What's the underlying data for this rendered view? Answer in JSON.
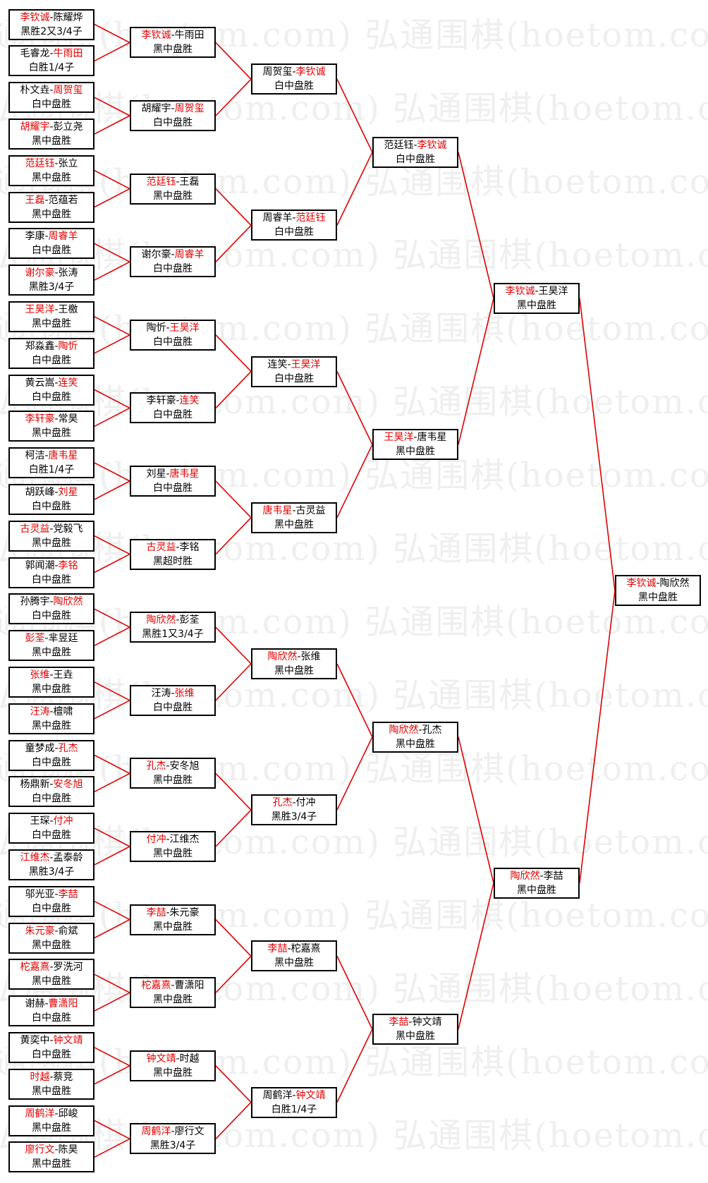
{
  "watermark": "弘通围棋(hoetom.com)",
  "colors": {
    "winner": "#e00000",
    "line": "#e00000",
    "border": "#000000"
  },
  "rounds": [
    [
      {
        "p1": "李钦诚",
        "p2": "陈耀烨",
        "w": 1,
        "result": "黑胜2又3/4子"
      },
      {
        "p1": "毛睿龙",
        "p2": "牛雨田",
        "w": 2,
        "result": "白胜1/4子"
      },
      {
        "p1": "朴文垚",
        "p2": "周贺玺",
        "w": 2,
        "result": "白中盘胜"
      },
      {
        "p1": "胡耀宇",
        "p2": "彭立尧",
        "w": 1,
        "result": "黑中盘胜"
      },
      {
        "p1": "范廷钰",
        "p2": "张立",
        "w": 1,
        "result": "黑中盘胜"
      },
      {
        "p1": "王磊",
        "p2": "范蕴若",
        "w": 1,
        "result": "黑中盘胜"
      },
      {
        "p1": "李康",
        "p2": "周睿羊",
        "w": 2,
        "result": "白中盘胜"
      },
      {
        "p1": "谢尔豪",
        "p2": "张涛",
        "w": 1,
        "result": "黑胜3/4子"
      },
      {
        "p1": "王昊洋",
        "p2": "王檄",
        "w": 1,
        "result": "黑中盘胜"
      },
      {
        "p1": "郑淼鑫",
        "p2": "陶忻",
        "w": 2,
        "result": "白中盘胜"
      },
      {
        "p1": "黄云嵩",
        "p2": "连笑",
        "w": 2,
        "result": "白中盘胜"
      },
      {
        "p1": "李轩豪",
        "p2": "常昊",
        "w": 1,
        "result": "黑中盘胜"
      },
      {
        "p1": "柯洁",
        "p2": "唐韦星",
        "w": 2,
        "result": "白胜1/4子"
      },
      {
        "p1": "胡跃峰",
        "p2": "刘星",
        "w": 2,
        "result": "白中盘胜"
      },
      {
        "p1": "古灵益",
        "p2": "党毅飞",
        "w": 1,
        "result": "黑中盘胜"
      },
      {
        "p1": "郭闻潮",
        "p2": "李铭",
        "w": 2,
        "result": "白中盘胜"
      },
      {
        "p1": "孙腾宇",
        "p2": "陶欣然",
        "w": 2,
        "result": "白中盘胜"
      },
      {
        "p1": "彭荃",
        "p2": "芈昱廷",
        "w": 1,
        "result": "黑中盘胜"
      },
      {
        "p1": "张维",
        "p2": "王垚",
        "w": 1,
        "result": "黑中盘胜"
      },
      {
        "p1": "汪涛",
        "p2": "檀啸",
        "w": 1,
        "result": "黑中盘胜"
      },
      {
        "p1": "童梦成",
        "p2": "孔杰",
        "w": 2,
        "result": "白中盘胜"
      },
      {
        "p1": "杨鼎新",
        "p2": "安冬旭",
        "w": 2,
        "result": "白中盘胜"
      },
      {
        "p1": "王琛",
        "p2": "付冲",
        "w": 2,
        "result": "白中盘胜"
      },
      {
        "p1": "江维杰",
        "p2": "孟泰龄",
        "w": 1,
        "result": "黑胜3/4子"
      },
      {
        "p1": "邬光亚",
        "p2": "李喆",
        "w": 2,
        "result": "白中盘胜"
      },
      {
        "p1": "朱元豪",
        "p2": "俞斌",
        "w": 1,
        "result": "黑中盘胜"
      },
      {
        "p1": "柁嘉熹",
        "p2": "罗洗河",
        "w": 1,
        "result": "黑中盘胜"
      },
      {
        "p1": "谢赫",
        "p2": "曹潇阳",
        "w": 2,
        "result": "白中盘胜"
      },
      {
        "p1": "黄奕中",
        "p2": "钟文靖",
        "w": 2,
        "result": "白中盘胜"
      },
      {
        "p1": "时越",
        "p2": "蔡竞",
        "w": 1,
        "result": "黑中盘胜"
      },
      {
        "p1": "周鹤洋",
        "p2": "邱峻",
        "w": 1,
        "result": "黑中盘胜"
      },
      {
        "p1": "廖行文",
        "p2": "陈昊",
        "w": 1,
        "result": "黑中盘胜"
      }
    ],
    [
      {
        "p1": "李钦诚",
        "p2": "牛雨田",
        "w": 1,
        "result": "黑中盘胜"
      },
      {
        "p1": "胡耀宇",
        "p2": "周贺玺",
        "w": 2,
        "result": "白中盘胜"
      },
      {
        "p1": "范廷钰",
        "p2": "王磊",
        "w": 1,
        "result": "黑中盘胜"
      },
      {
        "p1": "谢尔豪",
        "p2": "周睿羊",
        "w": 2,
        "result": "白中盘胜"
      },
      {
        "p1": "陶忻",
        "p2": "王昊洋",
        "w": 2,
        "result": "白中盘胜"
      },
      {
        "p1": "李轩豪",
        "p2": "连笑",
        "w": 2,
        "result": "白中盘胜"
      },
      {
        "p1": "刘星",
        "p2": "唐韦星",
        "w": 2,
        "result": "白中盘胜"
      },
      {
        "p1": "古灵益",
        "p2": "李铭",
        "w": 1,
        "result": "黑超时胜"
      },
      {
        "p1": "陶欣然",
        "p2": "彭荃",
        "w": 1,
        "result": "黑胜1又3/4子"
      },
      {
        "p1": "汪涛",
        "p2": "张维",
        "w": 2,
        "result": "白中盘胜"
      },
      {
        "p1": "孔杰",
        "p2": "安冬旭",
        "w": 1,
        "result": "黑中盘胜"
      },
      {
        "p1": "付冲",
        "p2": "江维杰",
        "w": 1,
        "result": "黑中盘胜"
      },
      {
        "p1": "李喆",
        "p2": "朱元豪",
        "w": 1,
        "result": "黑中盘胜"
      },
      {
        "p1": "柁嘉熹",
        "p2": "曹潇阳",
        "w": 1,
        "result": "黑中盘胜"
      },
      {
        "p1": "钟文靖",
        "p2": "时越",
        "w": 1,
        "result": "黑中盘胜"
      },
      {
        "p1": "周鹤洋",
        "p2": "廖行文",
        "w": 1,
        "result": "黑胜3/4子"
      }
    ],
    [
      {
        "p1": "周贺玺",
        "p2": "李钦诚",
        "w": 2,
        "result": "白中盘胜"
      },
      {
        "p1": "周睿羊",
        "p2": "范廷钰",
        "w": 2,
        "result": "白中盘胜"
      },
      {
        "p1": "连笑",
        "p2": "王昊洋",
        "w": 2,
        "result": "白中盘胜"
      },
      {
        "p1": "唐韦星",
        "p2": "古灵益",
        "w": 1,
        "result": "黑中盘胜"
      },
      {
        "p1": "陶欣然",
        "p2": "张维",
        "w": 1,
        "result": "黑中盘胜"
      },
      {
        "p1": "孔杰",
        "p2": "付冲",
        "w": 1,
        "result": "黑胜3/4子"
      },
      {
        "p1": "李喆",
        "p2": "柁嘉熹",
        "w": 1,
        "result": "黑中盘胜"
      },
      {
        "p1": "周鹤洋",
        "p2": "钟文靖",
        "w": 2,
        "result": "白胜1/4子"
      }
    ],
    [
      {
        "p1": "范廷钰",
        "p2": "李钦诚",
        "w": 2,
        "result": "白中盘胜"
      },
      {
        "p1": "王昊洋",
        "p2": "唐韦星",
        "w": 1,
        "result": "黑中盘胜"
      },
      {
        "p1": "陶欣然",
        "p2": "孔杰",
        "w": 1,
        "result": "黑中盘胜"
      },
      {
        "p1": "李喆",
        "p2": "钟文靖",
        "w": 1,
        "result": "黑中盘胜"
      }
    ],
    [
      {
        "p1": "李钦诚",
        "p2": "王昊洋",
        "w": 1,
        "result": "黑中盘胜"
      },
      {
        "p1": "陶欣然",
        "p2": "李喆",
        "w": 1,
        "result": "黑中盘胜"
      }
    ],
    [
      {
        "p1": "李钦诚",
        "p2": "陶欣然",
        "w": 1,
        "result": "黑中盘胜"
      }
    ]
  ]
}
